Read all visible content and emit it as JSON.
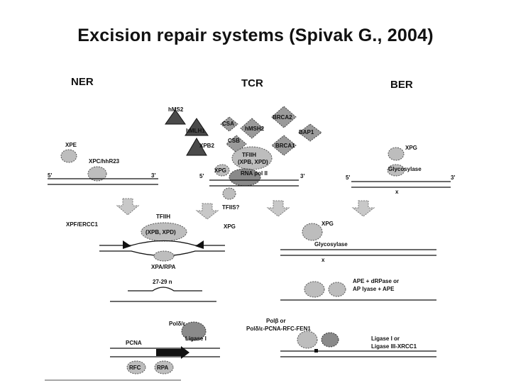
{
  "title": "Excision repair systems (Spivak G., 2004)",
  "pathways": {
    "ner": "NER",
    "tcr": "TCR",
    "ber": "BER"
  },
  "strand_ends": {
    "five": "5'",
    "three": "3'"
  },
  "damage_mark": "x",
  "labels": {
    "xpe": "XPE",
    "xpc_hhr23": "XPC/hhR23",
    "hms2": "hMS2",
    "hmlh1": "hMLH1",
    "xpb2": "XPB2",
    "csa": "CSA",
    "hmsh2": "hMSH2",
    "brca2": "BRCA2",
    "bap1": "BAP1",
    "csb": "CSB",
    "brca1": "BRCA1",
    "tfiih_tcr": "TFIIH",
    "xpb_xpd_tcr": "(XPB, XPD)",
    "xpg_tcr": "XPG",
    "rna_pol": "RNA pol II",
    "tfiis": "TFIIS?",
    "xpg_ber": "XPG",
    "glycosylase_top": "Glycosylase",
    "xpf_ercc1": "XPF/ERCC1",
    "tfiih_ner": "TFIIH",
    "xpb_xpd_ner": "(XPB, XPD)",
    "xpg_ner": "XPG",
    "xpa_rpa": "XPA/RPA",
    "oligo_size": "27-29 n",
    "xpg_mid": "XPG",
    "glycosylase_mid": "Glycosylase",
    "ape_step": "APE + dRPase or",
    "ap_lyase_step": "AP lyase + APE",
    "pol_de": "Polδ/ε",
    "pcna": "PCNA",
    "ligase1": "Ligase I",
    "rfc": "RFC",
    "rpa": "RPA",
    "pol_beta": "Polβ or",
    "pol_ner": "Polδ/ε-PCNA-RFC-FEN1",
    "ligase_or": "Ligase I or",
    "ligase3": "Ligase III-XRCC1"
  }
}
